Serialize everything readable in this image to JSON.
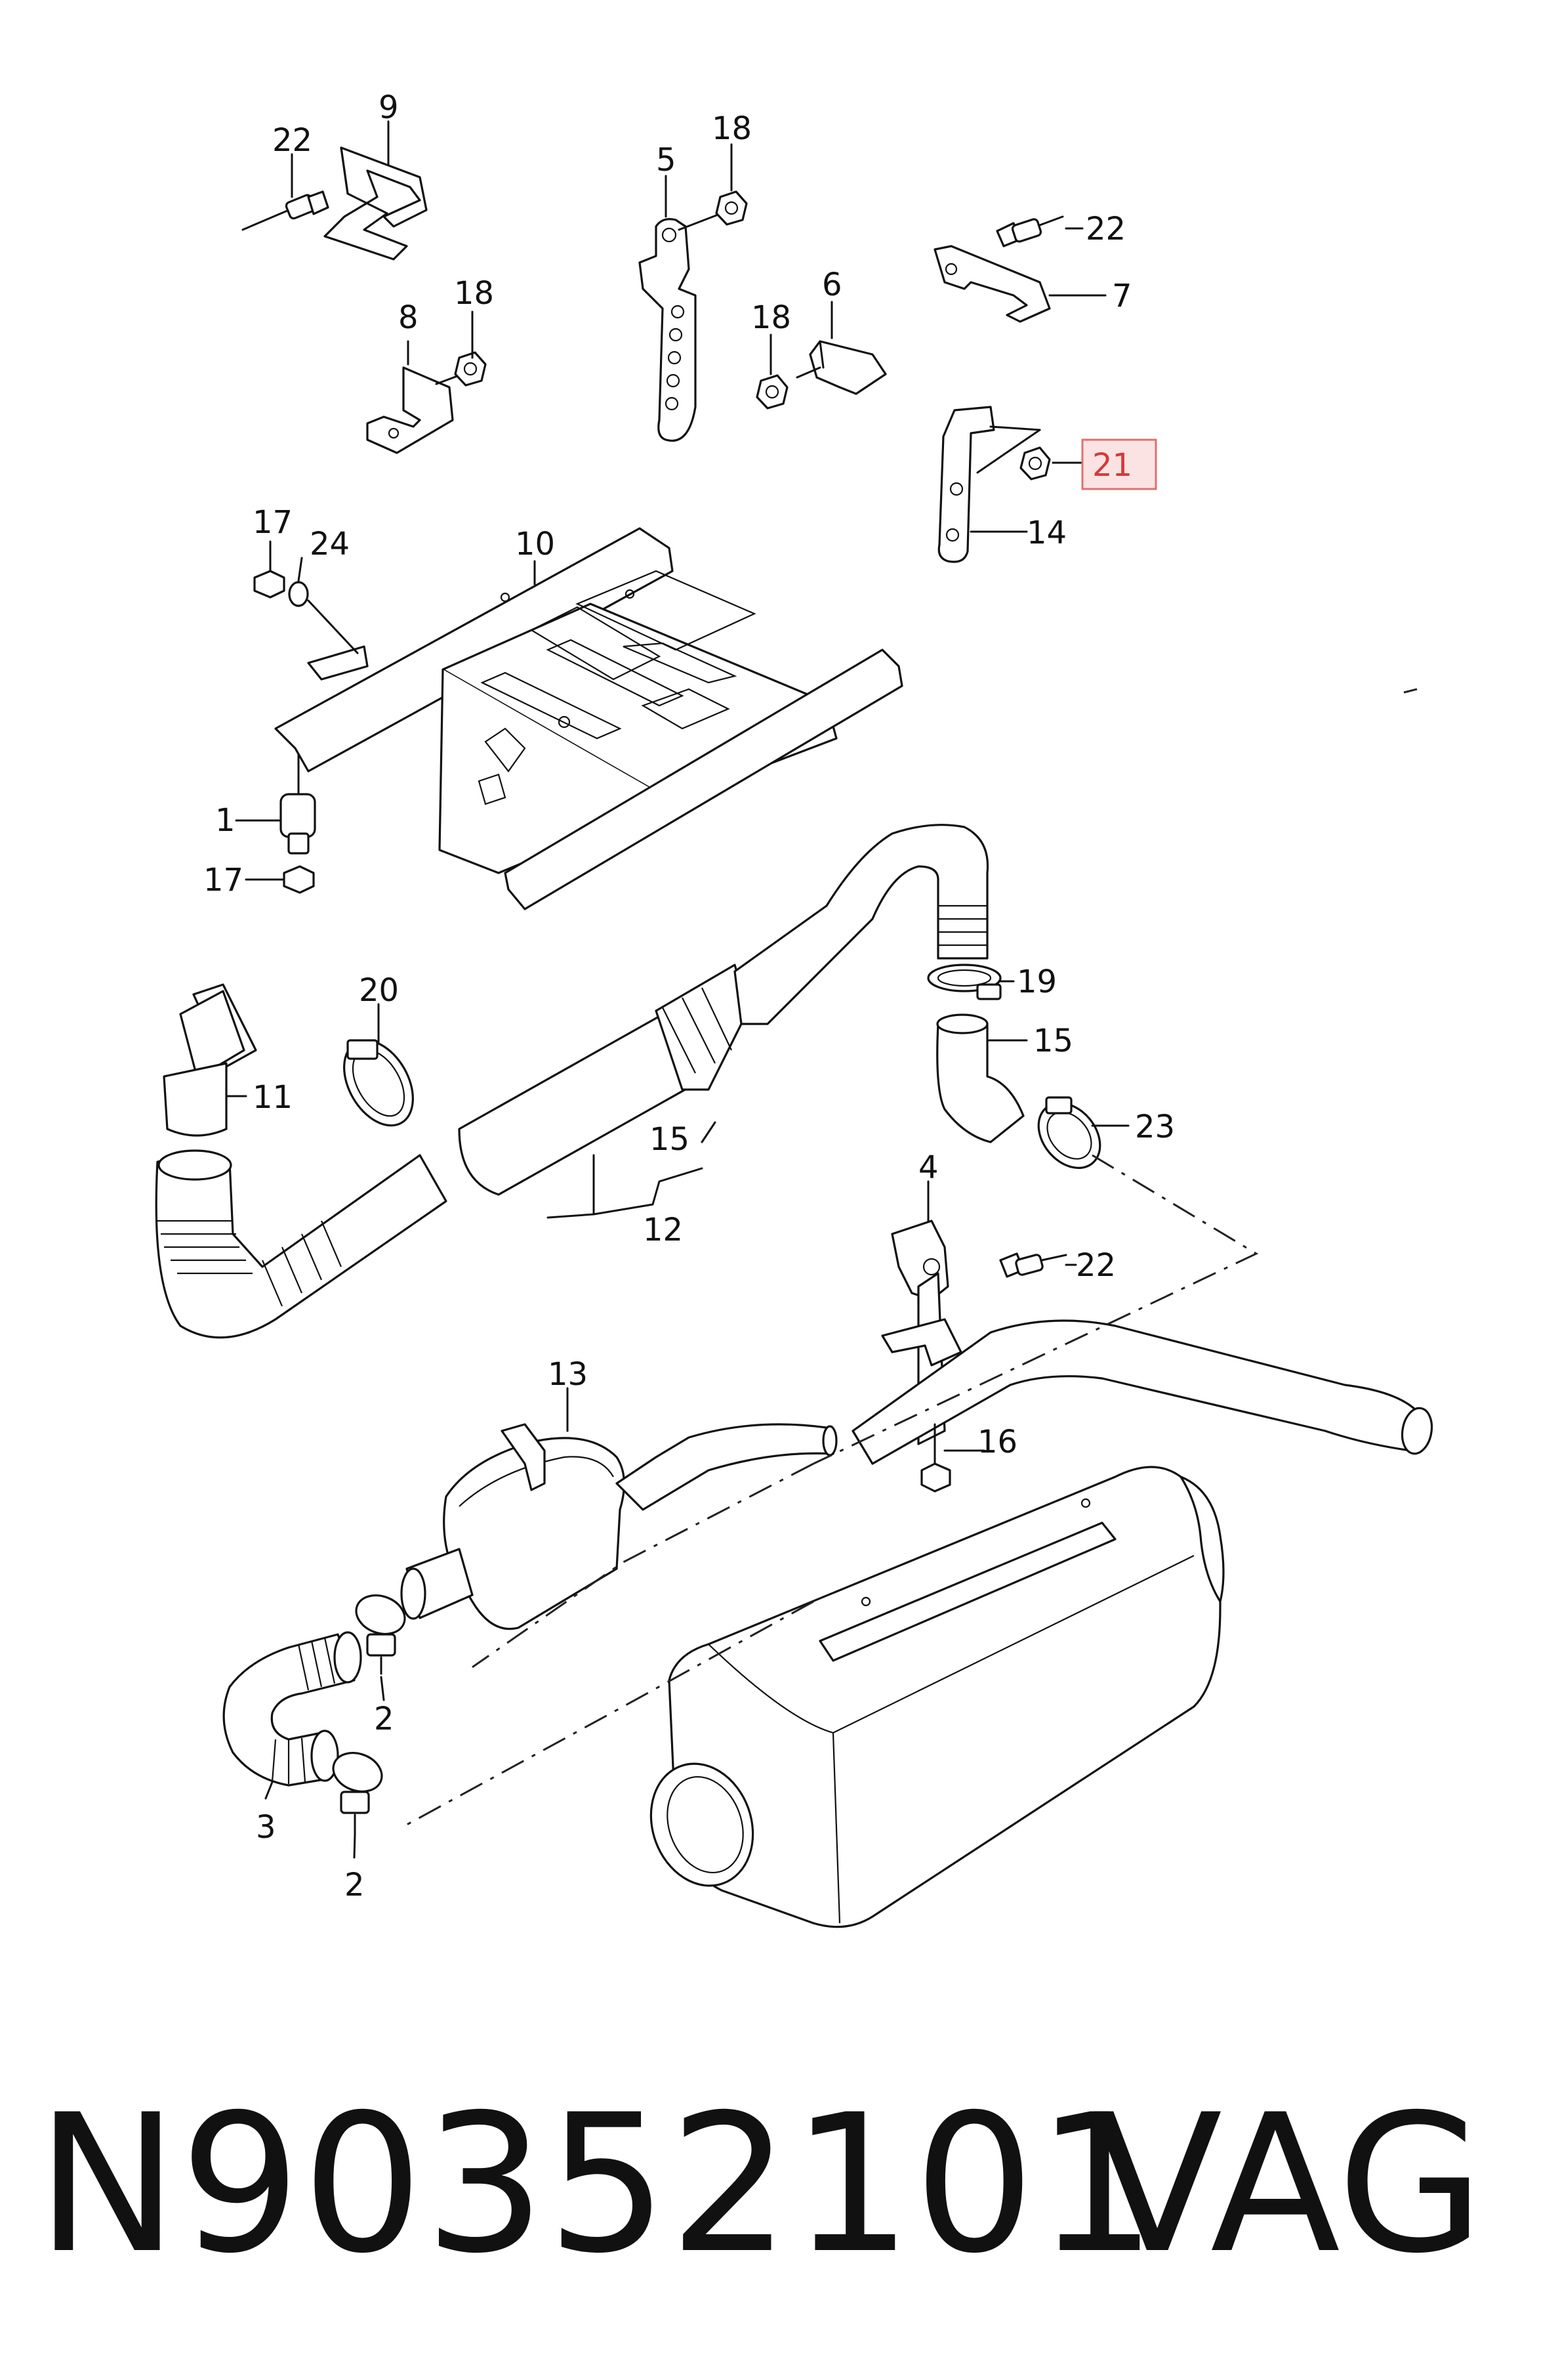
{
  "diagram": {
    "callouts": [
      "22",
      "9",
      "5",
      "18",
      "22",
      "7",
      "8",
      "18",
      "18",
      "6",
      "21",
      "14",
      "17",
      "24",
      "10",
      "1",
      "17",
      "20",
      "19",
      "15",
      "11",
      "23",
      "15",
      "12",
      "4",
      "22",
      "13",
      "16",
      "2",
      "3",
      "2"
    ],
    "highlighted_callout": "21",
    "colors": {
      "line": "#111111",
      "highlight_fill": "#fbe3e3",
      "highlight_border": "#e07070",
      "highlight_text": "#d43a3a"
    }
  },
  "footer": {
    "part_number": "N90352101",
    "brand": "VAG"
  }
}
